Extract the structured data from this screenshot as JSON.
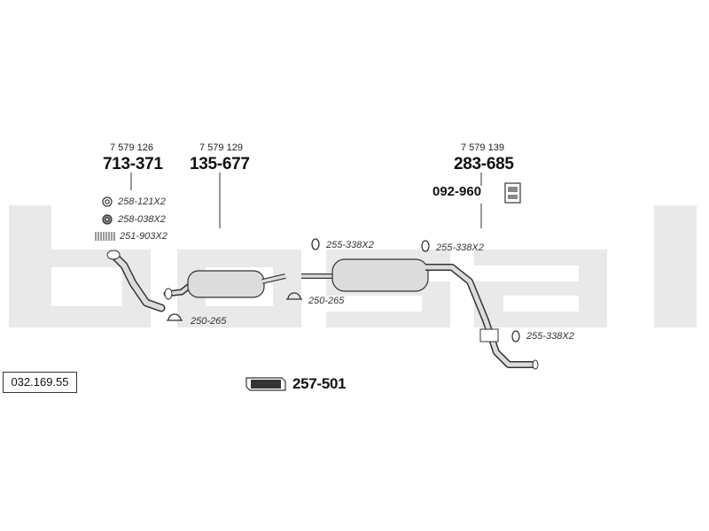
{
  "diagram_code": "032.169.55",
  "brand_logo_text": "bosal",
  "parts": {
    "front_pipe": {
      "oe_number": "7 579 126",
      "part_number": "713-371"
    },
    "middle_silencer": {
      "oe_number": "7 579 129",
      "part_number": "135-677"
    },
    "rear_silencer": {
      "oe_number": "7 579 139",
      "part_number": "283-685"
    },
    "rubber_mount": {
      "part_number": "092-960"
    },
    "gasket_1": "258-121X2",
    "gasket_2": "258-038X2",
    "spring": "251-903X2",
    "clamp_a": "255-338X2",
    "clamp_b": "255-338X2",
    "clamp_c": "255-338X2",
    "clamp_d": "250-265",
    "clamp_e": "250-265",
    "assembly_kit": "257-501"
  },
  "colors": {
    "watermark": "#e8e8e8",
    "line": "#333333",
    "part_fill": "#dcdcdc"
  }
}
